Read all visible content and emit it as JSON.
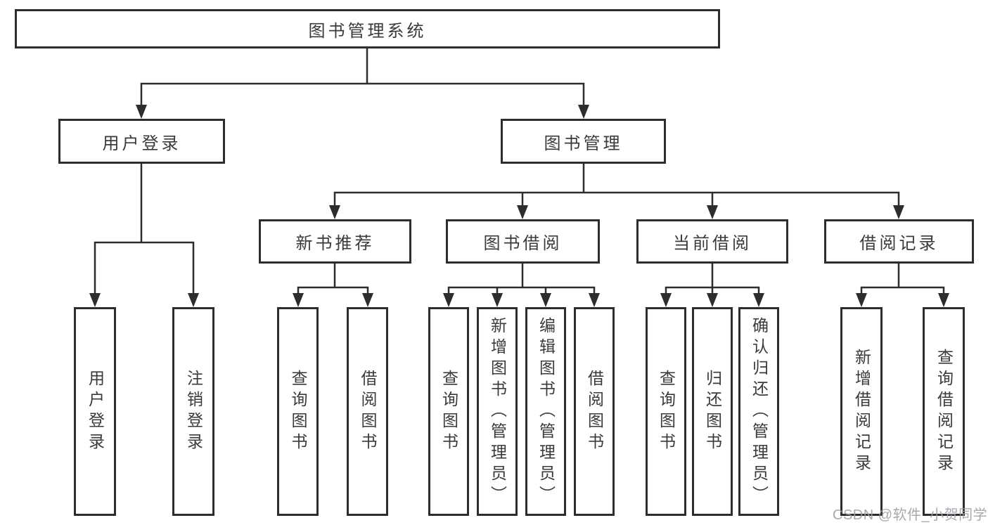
{
  "tree": {
    "root": {
      "label": "图书管理系统",
      "children": [
        {
          "label": "用户登录",
          "children": [
            {
              "label": "用户登录"
            },
            {
              "label": "注销登录"
            }
          ]
        },
        {
          "label": "图书管理",
          "children": [
            {
              "label": "新书推荐",
              "children": [
                {
                  "label": "查询图书"
                },
                {
                  "label": "借阅图书"
                }
              ]
            },
            {
              "label": "图书借阅",
              "children": [
                {
                  "label": "查询图书"
                },
                {
                  "label": "新增图书（管理员）"
                },
                {
                  "label": "编辑图书（管理员）"
                },
                {
                  "label": "借阅图书"
                }
              ]
            },
            {
              "label": "当前借阅",
              "children": [
                {
                  "label": "查询图书"
                },
                {
                  "label": "归还图书"
                },
                {
                  "label": "确认归还（管理员）"
                }
              ]
            },
            {
              "label": "借阅记录",
              "children": [
                {
                  "label": "新增借阅记录"
                },
                {
                  "label": "查询借阅记录"
                }
              ]
            }
          ]
        }
      ]
    }
  },
  "watermark": {
    "text": "CSDN @软件_小贺同学"
  },
  "colors": {
    "line": "#2d2d2d",
    "node_text": "#3a3a3a",
    "watermark": "#9aa0a6",
    "background": "#ffffff"
  }
}
